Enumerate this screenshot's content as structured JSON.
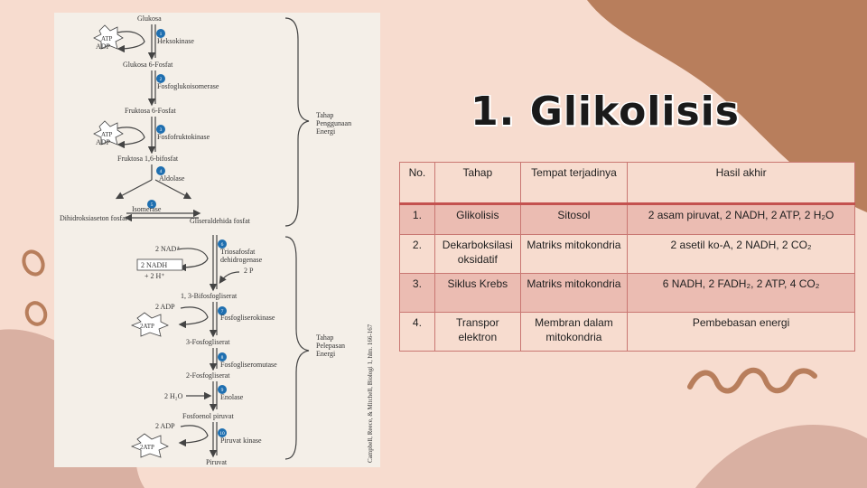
{
  "slide": {
    "title": "1. Glikolisis",
    "colors": {
      "background": "#f7dccf",
      "blob_dark": "#b87e5c",
      "blob_light": "#d9b0a2",
      "table_row": "#ebbcb2",
      "table_border": "#c4524f"
    }
  },
  "table": {
    "headers": [
      "No.",
      "Tahap",
      "Tempat terjadinya",
      "Hasil akhir"
    ],
    "rows": [
      {
        "no": "1.",
        "tahap": "Glikolisis",
        "tempat": "Sitosol",
        "hasil": "2 asam piruvat, 2 NADH, 2 ATP, 2 H₂O"
      },
      {
        "no": "2.",
        "tahap": "Dekarboksilasi oksidatif",
        "tempat": "Matriks mitokondria",
        "hasil": "2 asetil ko-A, 2 NADH, 2 CO₂"
      },
      {
        "no": "3.",
        "tahap": "Siklus Krebs",
        "tempat": "Matriks mitokondria",
        "hasil": "6 NADH, 2 FADH₂, 2 ATP, 4 CO₂"
      },
      {
        "no": "4.",
        "tahap": "Transpor elektron",
        "tempat": "Membran dalam mitokondria",
        "hasil": "Pembebasan energi"
      }
    ]
  },
  "diagram": {
    "compounds": {
      "glukosa": "Glukosa",
      "glukosa6p": "Glukosa 6-Fosfat",
      "fruktosa6p": "Fruktosa 6-Fosfat",
      "fruktosa16": "Fruktosa 1,6-bifosfat",
      "dhap": "Dihidroksiaseton fosfat",
      "g3p": "Gliseraldehida fosfat",
      "bpg": "1, 3-Bifosfogliserat",
      "pg3": "3-Fosfogliserat",
      "pg2": "2-Fosfogliserat",
      "pep": "Fosfoenol piruvat",
      "piruvat": "Piruvat"
    },
    "enzymes": {
      "e1": "Heksokinase",
      "e2": "Fosfoglukoisomerase",
      "e3": "Fosfofruktokinase",
      "e4": "Aldolase",
      "e5": "Isomerase",
      "e6a": "Triosafosfat",
      "e6b": "dehidrogenase",
      "e7": "Fosfogliserokinase",
      "e8": "Fosfogliseromutase",
      "e9": "Enolase",
      "e10": "Piruvat kinase"
    },
    "step_numbers": [
      "1",
      "2",
      "3",
      "4",
      "5",
      "6",
      "7",
      "8",
      "9",
      "10"
    ],
    "cofactors": {
      "atp": "ATP",
      "adp": "ADP",
      "atp2": "2ATP",
      "adp2": "2 ADP",
      "nad": "2 NAD⁺",
      "nadh": "2 NADH",
      "h": "+ 2 H⁺",
      "pi": "2 P",
      "h2o": "2 H₂O"
    },
    "phases": {
      "phase1": [
        "Tahap",
        "Penggunaan",
        "Energi"
      ],
      "phase2": [
        "Tahap",
        "Pelepasan",
        "Energi"
      ]
    },
    "citation": "Campbell, Reece, & Mitchell, Biologi 1, hlm. 166-167"
  }
}
